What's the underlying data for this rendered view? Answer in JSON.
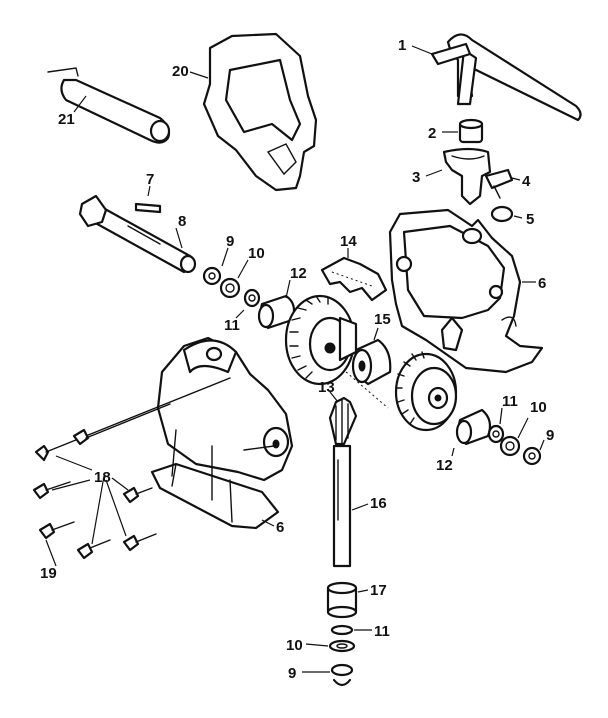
{
  "callouts": [
    "1",
    "2",
    "3",
    "4",
    "5",
    "6",
    "7",
    "8",
    "9",
    "10",
    "11",
    "12",
    "13",
    "14",
    "15",
    "16",
    "17",
    "18",
    "19",
    "20",
    "21"
  ],
  "colors": {
    "line": "#111111",
    "paper": "#ffffff"
  }
}
